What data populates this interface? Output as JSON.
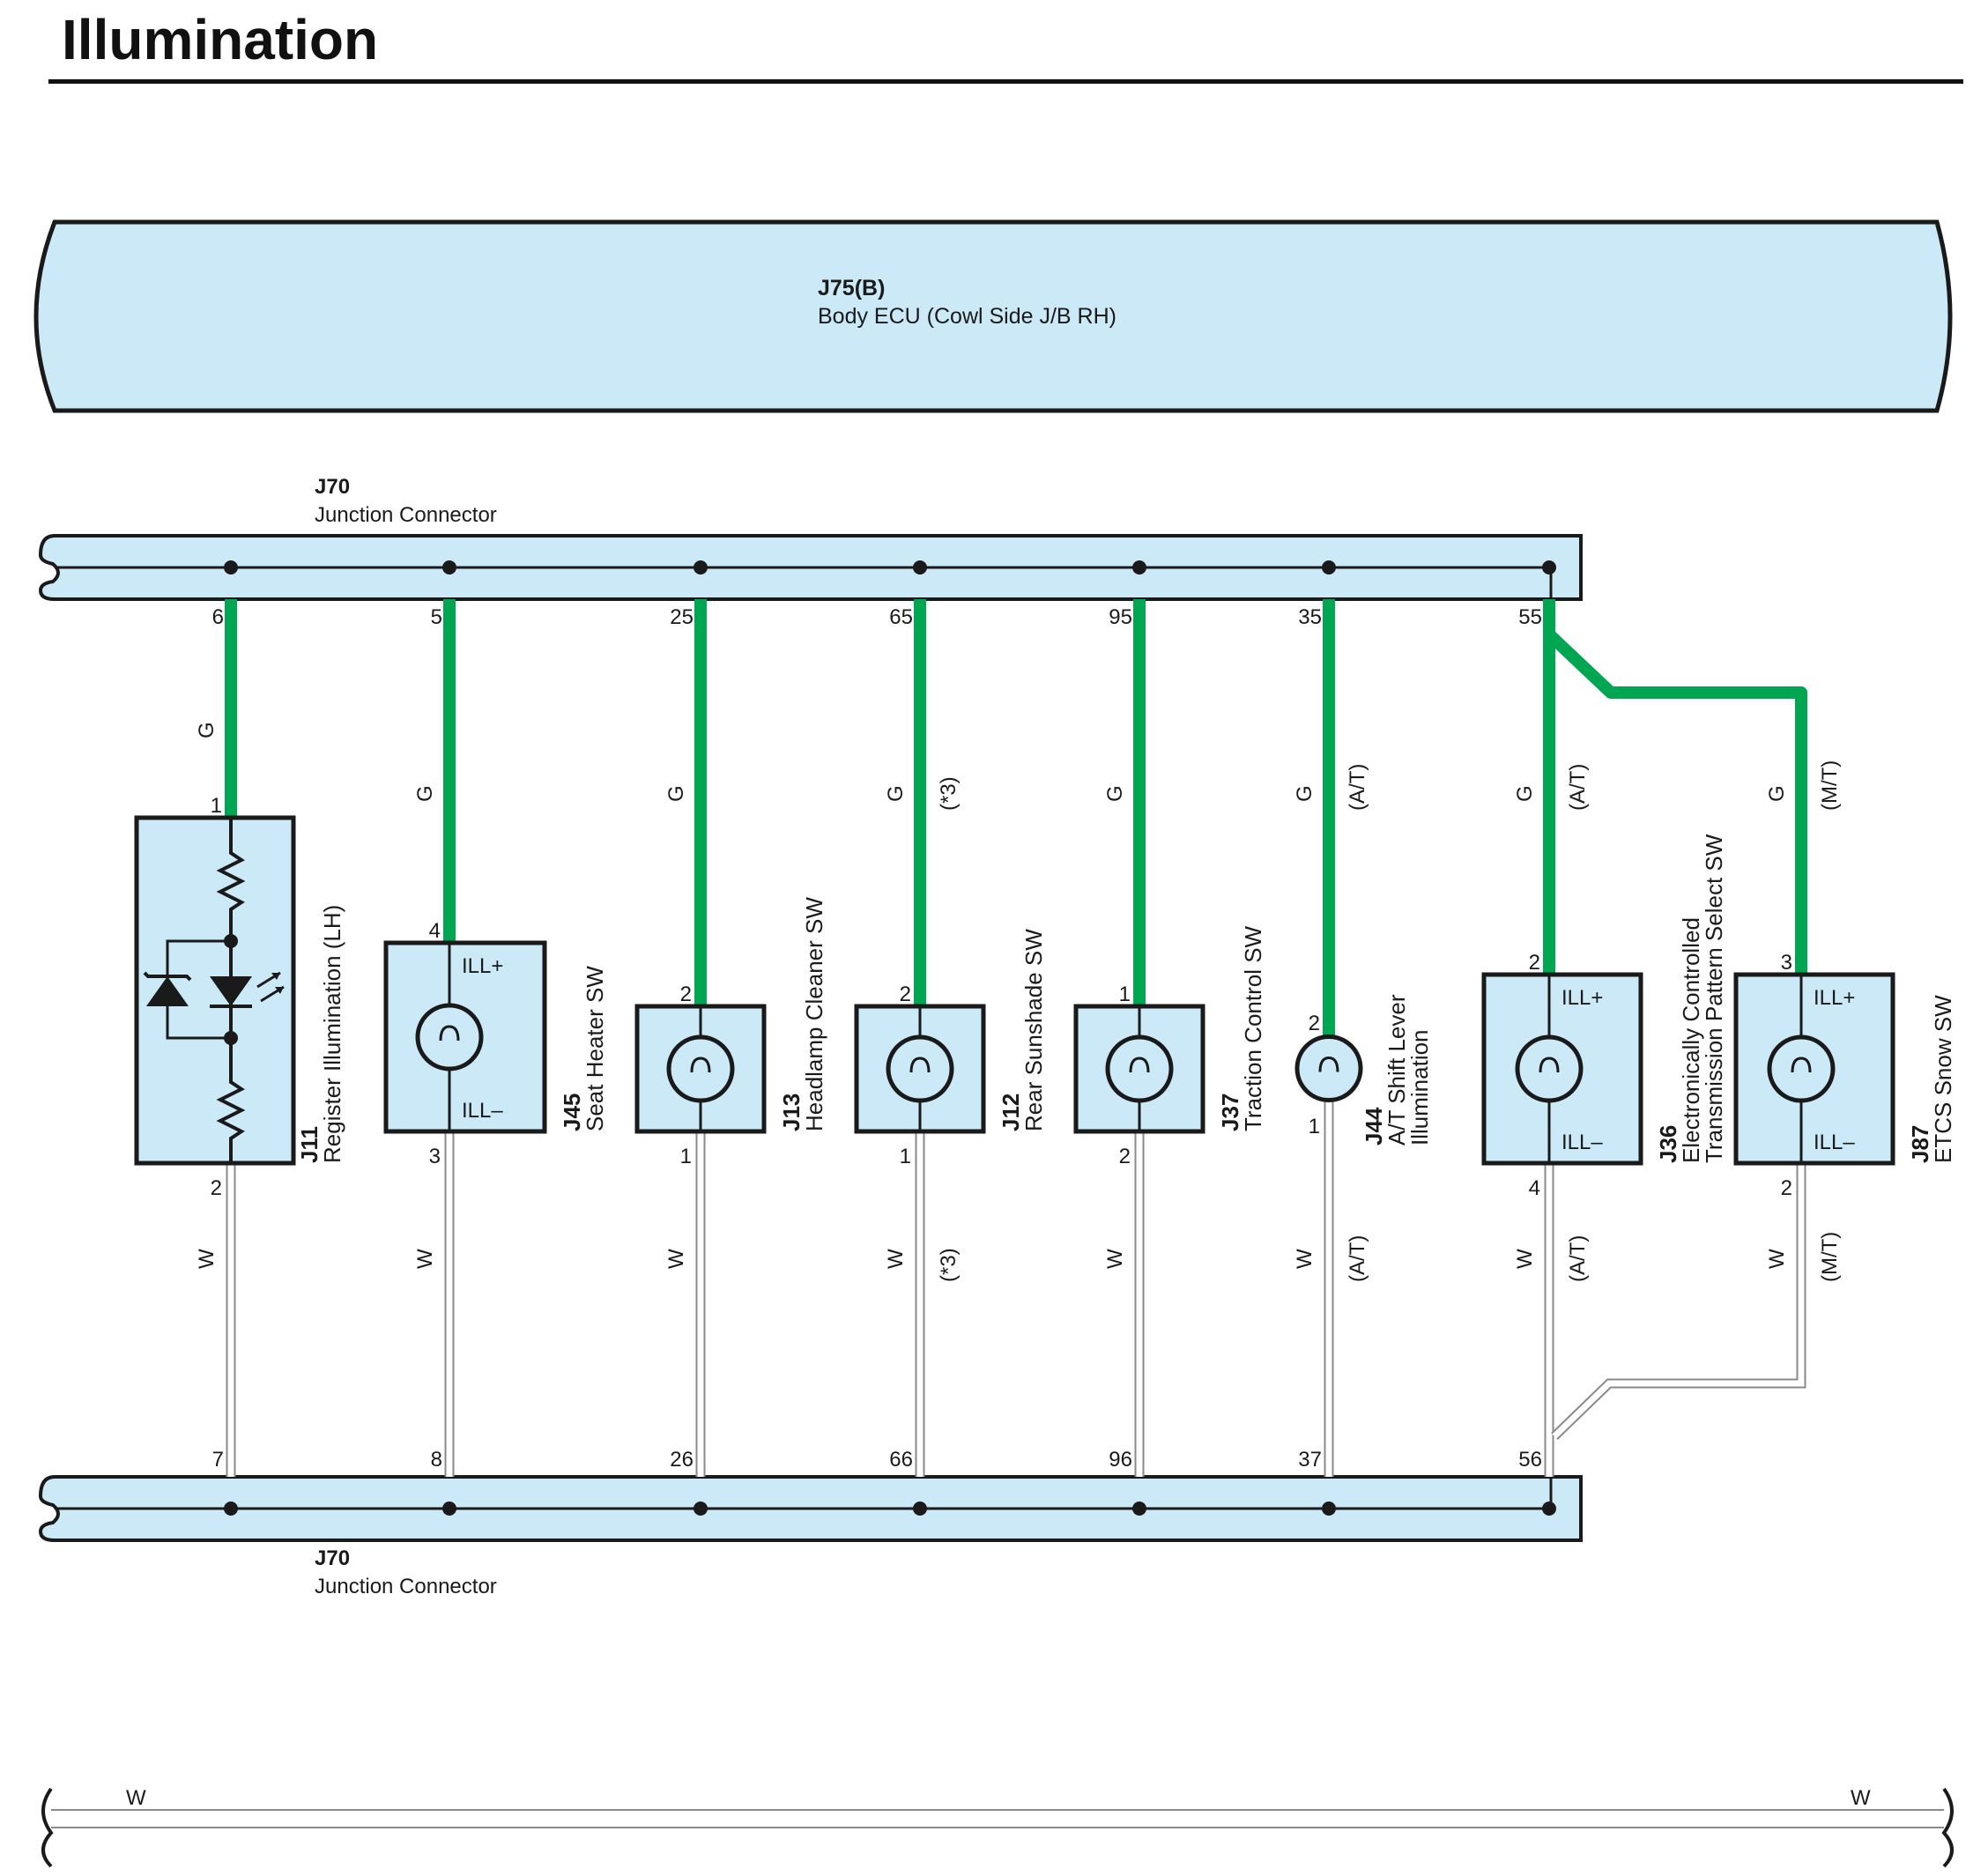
{
  "title": "Illumination",
  "colors": {
    "connector_fill": "#cce9f8",
    "wire_green": "#00a651",
    "wire_white_edge": "#8a8a8a",
    "ink": "#1a1a1a"
  },
  "ecu": {
    "code": "J75(B)",
    "name": "Body ECU (Cowl Side J/B RH)"
  },
  "junction_top": {
    "code": "J70",
    "name": "Junction Connector"
  },
  "junction_bottom": {
    "code": "J70",
    "name": "Junction Connector"
  },
  "wire_colors": {
    "green": "G",
    "white": "W"
  },
  "components": [
    {
      "code": "J11",
      "name": "Register Illumination (LH)",
      "name2": "",
      "top_pin_jc": "6",
      "top_pin": "1",
      "bottom_pin": "2",
      "bottom_pin_jc": "7",
      "note_top": "",
      "note_bottom": "",
      "ill_plus": "",
      "ill_minus": "",
      "icon": "led-resistor-icon"
    },
    {
      "code": "J45",
      "name": "Seat Heater SW",
      "name2": "",
      "top_pin_jc": "5",
      "top_pin": "4",
      "bottom_pin": "3",
      "bottom_pin_jc": "8",
      "note_top": "",
      "note_bottom": "",
      "ill_plus": "ILL+",
      "ill_minus": "ILL–",
      "icon": "bulb-icon"
    },
    {
      "code": "J13",
      "name": "Headlamp Cleaner SW",
      "name2": "",
      "top_pin_jc": "25",
      "top_pin": "2",
      "bottom_pin": "1",
      "bottom_pin_jc": "26",
      "note_top": "",
      "note_bottom": "",
      "ill_plus": "",
      "ill_minus": "",
      "icon": "bulb-icon"
    },
    {
      "code": "J12",
      "name": "Rear Sunshade SW",
      "name2": "",
      "top_pin_jc": "65",
      "top_pin": "2",
      "bottom_pin": "1",
      "bottom_pin_jc": "66",
      "note_top": "(*3)",
      "note_bottom": "(*3)",
      "ill_plus": "",
      "ill_minus": "",
      "icon": "bulb-icon"
    },
    {
      "code": "J37",
      "name": "Traction Control SW",
      "name2": "",
      "top_pin_jc": "95",
      "top_pin": "1",
      "bottom_pin": "2",
      "bottom_pin_jc": "96",
      "note_top": "",
      "note_bottom": "",
      "ill_plus": "",
      "ill_minus": "",
      "icon": "bulb-icon"
    },
    {
      "code": "J44",
      "name": "A/T Shift Lever",
      "name2": "Illumination",
      "top_pin_jc": "35",
      "top_pin": "2",
      "bottom_pin": "1",
      "bottom_pin_jc": "37",
      "note_top": "(A/T)",
      "note_bottom": "(A/T)",
      "ill_plus": "",
      "ill_minus": "",
      "icon": "bulb-icon"
    },
    {
      "code": "J36",
      "name": "Electronically Controlled",
      "name2": "Transmission Pattern Select SW",
      "top_pin_jc": "55",
      "top_pin": "2",
      "bottom_pin": "4",
      "bottom_pin_jc": "56",
      "note_top": "(A/T)",
      "note_bottom": "(A/T)",
      "ill_plus": "ILL+",
      "ill_minus": "ILL–",
      "icon": "bulb-icon"
    },
    {
      "code": "J87",
      "name": "ETCS Snow SW",
      "name2": "",
      "top_pin_jc": "",
      "top_pin": "3",
      "bottom_pin": "2",
      "bottom_pin_jc": "",
      "note_top": "(M/T)",
      "note_bottom": "(M/T)",
      "ill_plus": "ILL+",
      "ill_minus": "ILL–",
      "icon": "bulb-icon"
    }
  ],
  "footer": {
    "left_label": "W",
    "right_label": "W"
  }
}
